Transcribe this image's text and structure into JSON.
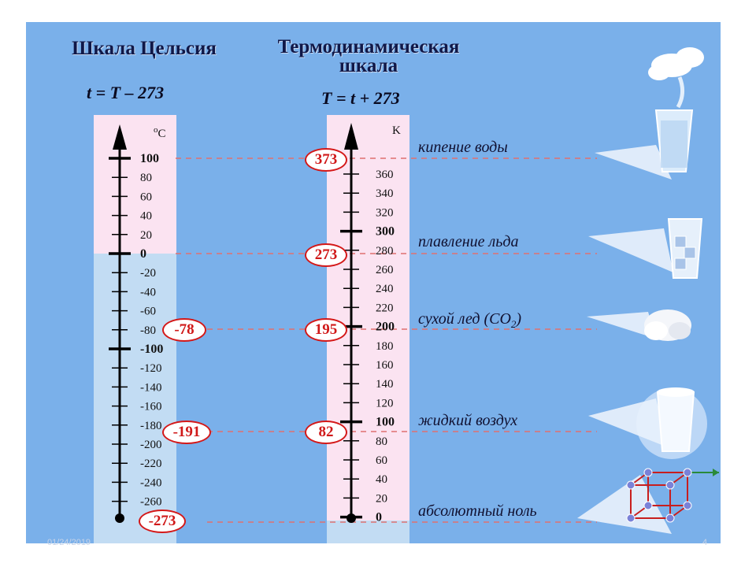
{
  "headings": {
    "celsius": "Шкала Цельсия",
    "kelvin_line1": "Термодинамическая",
    "kelvin_line2": "шкала"
  },
  "formulas": {
    "celsius": "t = T – 273",
    "kelvin": "T = t + 273"
  },
  "units": {
    "celsius": "oC",
    "kelvin": "K"
  },
  "celsius_ticks": [
    "100",
    "80",
    "60",
    "40",
    "20",
    "0",
    "-20",
    "-40",
    "-60",
    "-80",
    "-100",
    "-120",
    "-140",
    "-160",
    "-180",
    "-200",
    "-220",
    "-240",
    "-260"
  ],
  "kelvin_ticks": [
    "360",
    "340",
    "320",
    "300",
    "280",
    "260",
    "240",
    "220",
    "200",
    "180",
    "160",
    "140",
    "120",
    "100",
    "80",
    "60",
    "40",
    "20",
    "0"
  ],
  "fixed_points": [
    {
      "name": "кипение воды",
      "celsius": "",
      "kelvin": "373",
      "sub": ""
    },
    {
      "name": "плавление льда",
      "celsius": "",
      "kelvin": "273",
      "sub": ""
    },
    {
      "name": "сухой лед (CO",
      "sub": "2",
      "name_end": ")",
      "celsius": "-78",
      "kelvin": "195"
    },
    {
      "name": "жидкий воздух",
      "celsius": "-191",
      "kelvin": "82",
      "sub": ""
    },
    {
      "name": "абсолютный ноль",
      "celsius": "-273",
      "kelvin": "",
      "sub": ""
    }
  ],
  "illustrations": [
    "boiling-water-glass",
    "ice-glass",
    "dry-ice-lump",
    "liquid-air-glass",
    "crystal-lattice"
  ],
  "footer": {
    "date": "01/24/2019",
    "page": "4"
  },
  "colors": {
    "background": "#7ab0ea",
    "warm_zone": "#fbe3f1",
    "cold_zone": "#c2dcf3",
    "marker": "#d41818",
    "dashed_line": "#e07070"
  }
}
